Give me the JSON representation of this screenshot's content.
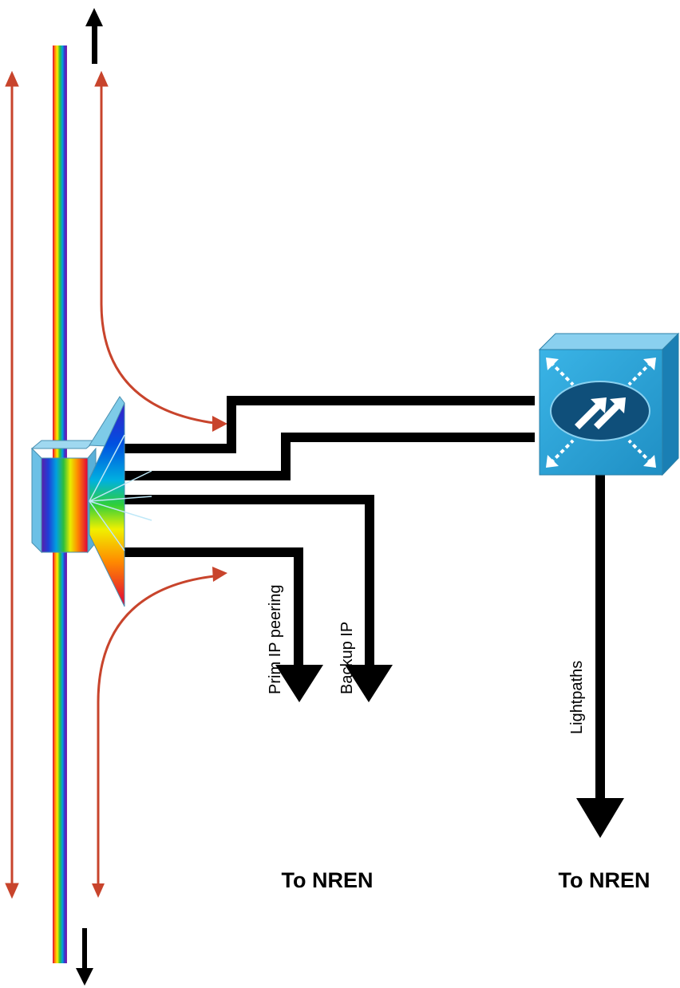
{
  "labels": {
    "prim_ip_peering": "Prim IP peering",
    "backup_ip": "Backup IP",
    "lightpaths": "Lightpaths",
    "to_nren_left": "To NREN",
    "to_nren_right": "To NREN"
  },
  "colors": {
    "red_arrow": "#c8442c",
    "fiber_black": "#000000",
    "switch_blue": "#2aa2d8",
    "switch_dark": "#1a6f96",
    "switch_oval": "#0f4f7a"
  },
  "icons": [
    "optical-demux-icon",
    "lambda-switch-icon",
    "wavelength-fiber"
  ]
}
